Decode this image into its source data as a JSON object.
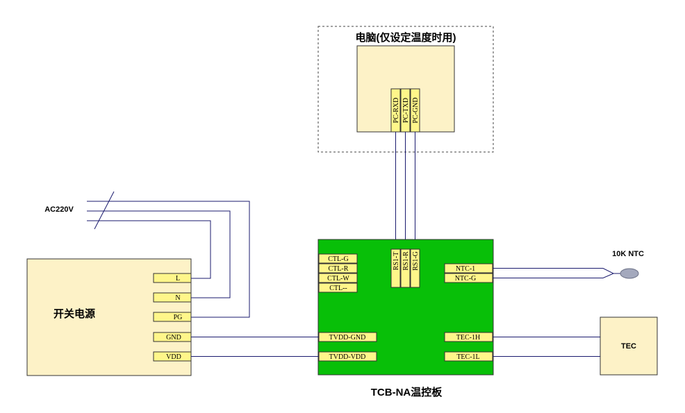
{
  "pc": {
    "title": "电脑(仅设定温度时用)",
    "pins": [
      "PC-RXD",
      "PC-TXD",
      "PC-GND"
    ]
  },
  "power_supply": {
    "title": "开关电源",
    "pins": [
      "L",
      "N",
      "PG",
      "GND",
      "VDD"
    ]
  },
  "ac_input": {
    "label": "AC220V"
  },
  "board": {
    "title": "TCB-NA温控板",
    "ctl_pins": [
      "CTL-G",
      "CTL-R",
      "CTL-W",
      "CTL--"
    ],
    "rs_pins": [
      "RS1-T",
      "RS1-R",
      "RS1-G"
    ],
    "ntc_pins": [
      "NTC-1",
      "NTC-G"
    ],
    "tvdd_pins": [
      "TVDD-GND",
      "TVDD-VDD"
    ],
    "tec_pins": [
      "TEC-1H",
      "TEC-1L"
    ]
  },
  "ntc_sensor": {
    "label": "10K NTC"
  },
  "tec": {
    "label": "TEC"
  },
  "colors": {
    "box_fill": "#fdf2c7",
    "pin_fill": "#fff68a",
    "board_fill": "#08bf08",
    "line": "#1a1a6e",
    "outline": "#333333",
    "sensor": "#a4a9bd"
  }
}
